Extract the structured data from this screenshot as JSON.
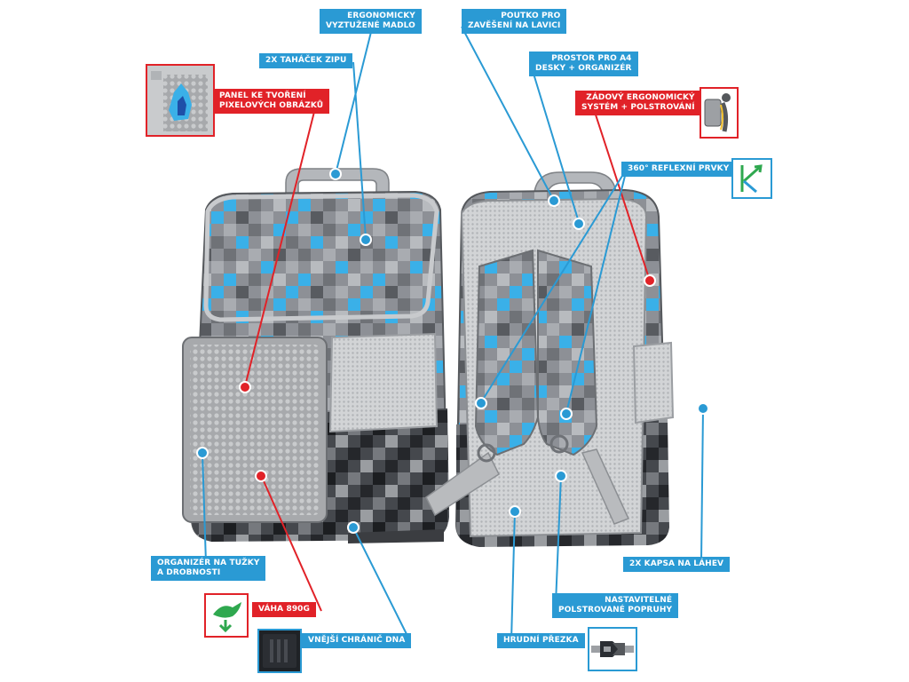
{
  "labels": {
    "ergonomicky": [
      "ERGONOMICKY",
      "VYZTUŽENÉ MADLO"
    ],
    "tahacek": [
      "2x TAHÁČEK ZIPU"
    ],
    "panel": [
      "PANEL KE TVOŘENÍ",
      "PIXELOVÝCH OBRÁZKŮ"
    ],
    "poutko": [
      "POUTKO PRO",
      "ZAVĚŠENÍ NA LAVICI"
    ],
    "prostor": [
      "PROSTOR PRO A4",
      "DESKY + ORGANIZÉR"
    ],
    "zadovy": [
      "ZÁDOVÝ ERGONOMICKÝ",
      "SYSTÉM + POLSTROVÁNÍ"
    ],
    "reflex": [
      "360° REFLEXNÍ PRVKY"
    ],
    "organizer": [
      "ORGANIZÉR NA TUŽKY",
      "A DROBNOSTI"
    ],
    "vaha": [
      "VÁHA 890g"
    ],
    "chranic": [
      "VNĚJŠÍ CHRÁNIČ DNA"
    ],
    "kapsa": [
      "2X KAPSA NA LÁHEV"
    ],
    "popruhy": [
      "NASTAVITELNÉ",
      "POLSTROVANÉ POPRUHY"
    ],
    "prezka": [
      "HRUDNÍ PŘEZKA"
    ]
  },
  "icons": [
    "pixel-panel-icon",
    "ergonomic-back-icon",
    "reflective-k-icon",
    "weight-icon",
    "bottom-protector-icon",
    "chest-buckle-icon"
  ],
  "colors": {
    "callout_blue": "#2a9ad4",
    "callout_red": "#e12228",
    "pixel_blue": "#3ab0e8",
    "fabric_grey": "#8d9096"
  }
}
